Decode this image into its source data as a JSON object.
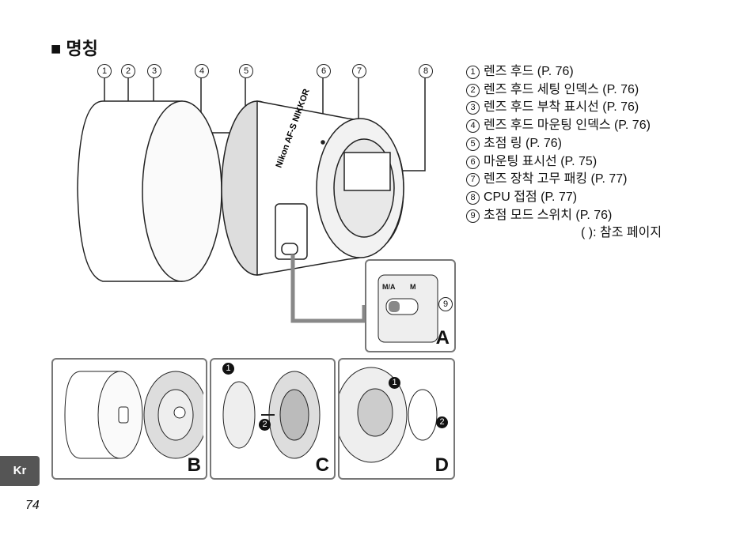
{
  "title": "■ 명칭",
  "callouts": [
    "1",
    "2",
    "3",
    "4",
    "5",
    "6",
    "7",
    "8"
  ],
  "parts": [
    {
      "n": "1",
      "text": "렌즈 후드 (P. 76)"
    },
    {
      "n": "2",
      "text": "렌즈 후드 세팅 인덱스 (P. 76)"
    },
    {
      "n": "3",
      "text": "렌즈 후드 부착 표시선 (P. 76)"
    },
    {
      "n": "4",
      "text": "렌즈 후드 마운팅 인덱스 (P. 76)"
    },
    {
      "n": "5",
      "text": "초점 링 (P. 76)"
    },
    {
      "n": "6",
      "text": "마운팅 표시선 (P. 75)"
    },
    {
      "n": "7",
      "text": "렌즈  장착 고무 패킹 (P. 77)"
    },
    {
      "n": "8",
      "text": "CPU 접점 (P. 77)"
    },
    {
      "n": "9",
      "text": "초점 모드 스위치 (P. 76)"
    }
  ],
  "note": "(     ): 참조 페이지",
  "inset_a": {
    "label": "A",
    "switch_ma": "M/A",
    "switch_m": "M",
    "callout": "9"
  },
  "panels": {
    "b": "B",
    "c": "C",
    "d": "D"
  },
  "lens_text": "Nikon AF-S NIKKOR",
  "step1": "1",
  "step2": "2",
  "lang_tab": "Kr",
  "page_number": "74"
}
